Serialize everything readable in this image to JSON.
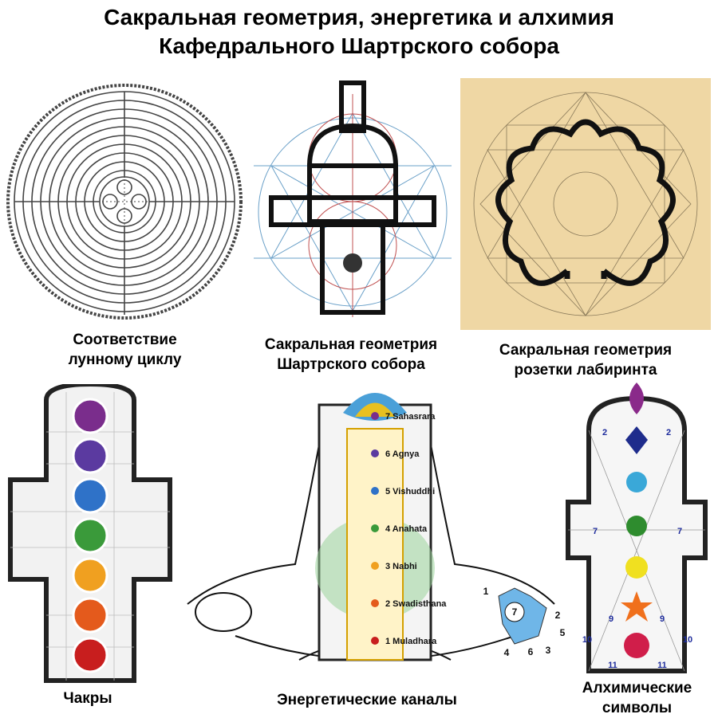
{
  "header": {
    "title_line1": "Сакральная геометрия, энергетика и алхимия",
    "title_line2": "Кафедрального Шартрского собора"
  },
  "captions": {
    "labyrinth_line1": "Соответствие",
    "labyrinth_line2": "лунному циклу",
    "plan_line1": "Сакральная геометрия",
    "plan_line2": "Шартрского собора",
    "rosette_line1": "Сакральная геометрия",
    "rosette_line2": "розетки лабиринта",
    "chakras": "Чакры",
    "channels": "Энергетические каналы",
    "alchemy_line1": "Алхимические",
    "alchemy_line2": "символы"
  },
  "chakra_labels": [
    "7 Sahasrara",
    "6 Agnya",
    "5 Vishuddhi",
    "4 Anahata",
    "3 Nabhi",
    "2 Swadisthana",
    "1 Muladhara"
  ],
  "chakra_colors": [
    "#7a2d8c",
    "#5b3aa0",
    "#2f72c8",
    "#3a9a3a",
    "#f0a020",
    "#e45a1c",
    "#c81e1e"
  ],
  "hand_numbers": [
    "1",
    "2",
    "3",
    "4",
    "5",
    "6",
    "7"
  ],
  "alchemy_numbers": [
    "2",
    "7",
    "9",
    "10",
    "11"
  ],
  "accent_colors": {
    "sky": "#6aa0c8",
    "rose": "#c05050",
    "paper": "#efd7a4"
  }
}
